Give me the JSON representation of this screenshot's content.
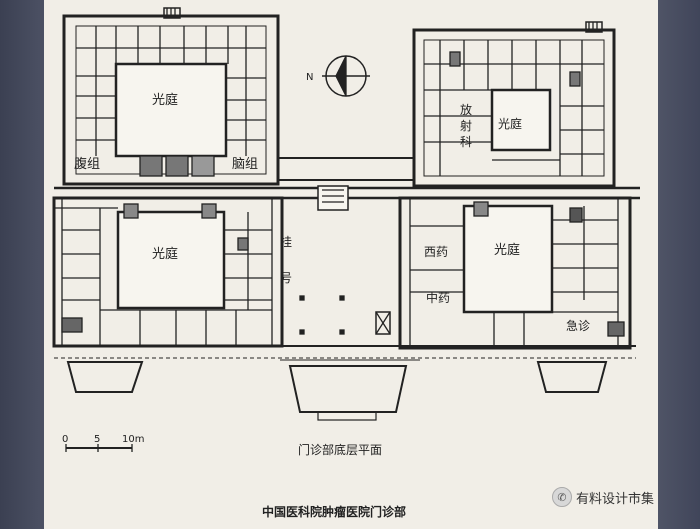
{
  "rooms": {
    "courtyard_top_left": "光庭",
    "courtyard_top_right": "光庭",
    "courtyard_bottom_left": "光庭",
    "courtyard_bottom_right": "光庭",
    "radiology": [
      "放",
      "射",
      "科"
    ],
    "abdominal_group": "腹组",
    "brain_group": "脑组",
    "registration": [
      "挂",
      "号"
    ],
    "western_pharmacy": "西药",
    "chinese_pharmacy": "中药",
    "emergency": "急诊"
  },
  "north_label": "N",
  "scale": {
    "ticks": [
      "0",
      "5",
      "10m"
    ]
  },
  "plan_title": "门诊部底层平面",
  "caption": "中国医科院肿瘤医院门诊部",
  "watermark": "有料设计市集",
  "colors": {
    "paper": "#f1eee7",
    "ink": "#222222",
    "backdrop": "#454a5c"
  }
}
